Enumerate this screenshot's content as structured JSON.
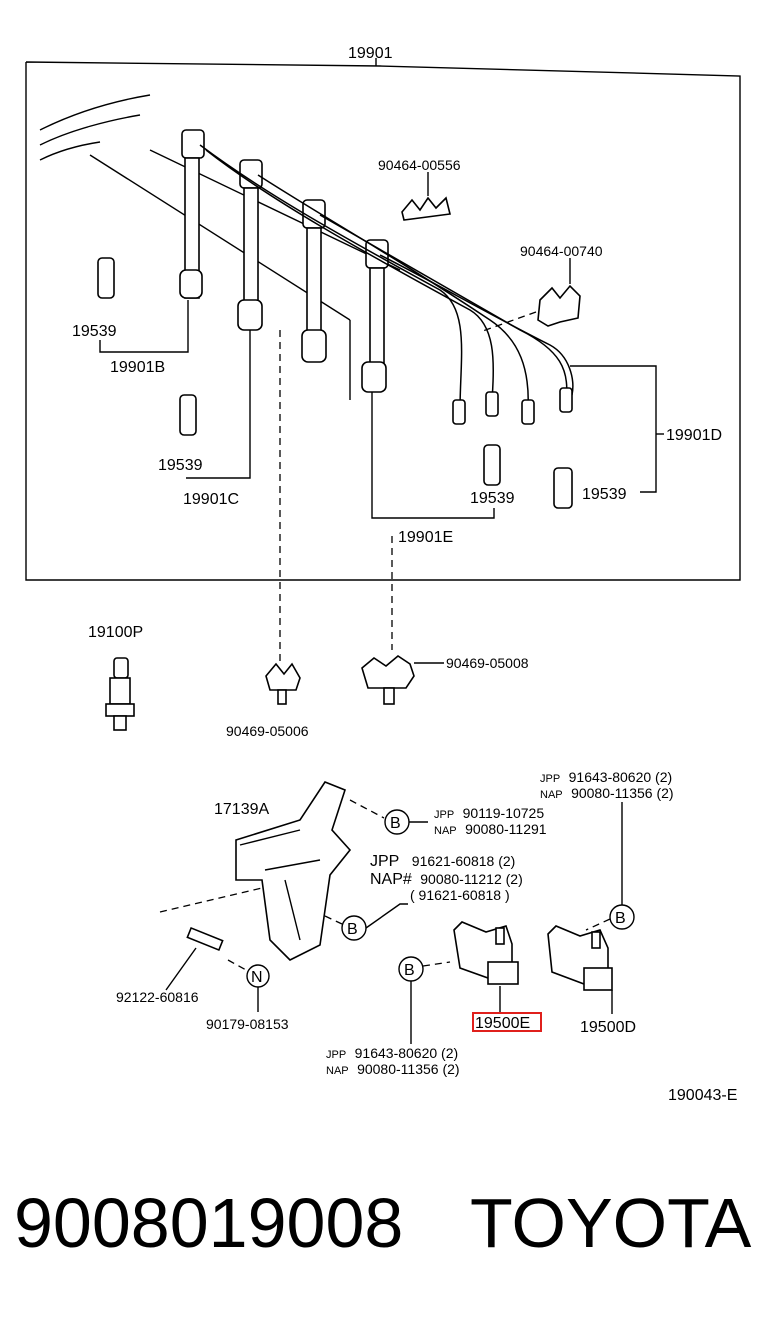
{
  "labels": {
    "assembly": "19901",
    "clamp_556": "90464-00556",
    "clamp_740": "90464-00740",
    "terminal": "19539",
    "cord_b": "19901B",
    "cord_c": "19901C",
    "cord_d": "19901D",
    "cord_e": "19901E",
    "spark_plug": "19100P",
    "clamp_5008": "90469-05008",
    "clamp_5006": "90469-05006",
    "bracket": "17139A",
    "stud": "92122-60816",
    "nut_part": "90179-08153",
    "coil_e": "19500E",
    "coil_d": "19500D",
    "fig_ref": "190043-E"
  },
  "callouts": {
    "b": "B",
    "n": "N"
  },
  "notes": {
    "top_right": [
      {
        "tag": "JPP",
        "text": "91643-80620 (2)"
      },
      {
        "tag": "NAP",
        "text": "90080-11356 (2)"
      }
    ],
    "bracket_bolt": [
      {
        "tag": "JPP",
        "text": "90119-10725"
      },
      {
        "tag": "NAP",
        "text": "90080-11291"
      }
    ],
    "bracket_nut": [
      {
        "tag": "JPP",
        "text": "91621-60818 (2)"
      },
      {
        "tag": "NAP#",
        "text": "90080-11212 (2)"
      },
      {
        "tag": "",
        "text": "( 91621-60818 )"
      }
    ],
    "bottom": [
      {
        "tag": "JPP",
        "text": "91643-80620 (2)"
      },
      {
        "tag": "NAP",
        "text": "90080-11356 (2)"
      }
    ]
  },
  "footer": {
    "part_number": "9008019008",
    "brand": "TOYOTA"
  },
  "colors": {
    "highlight": "#e0201c",
    "ink": "#000000"
  }
}
